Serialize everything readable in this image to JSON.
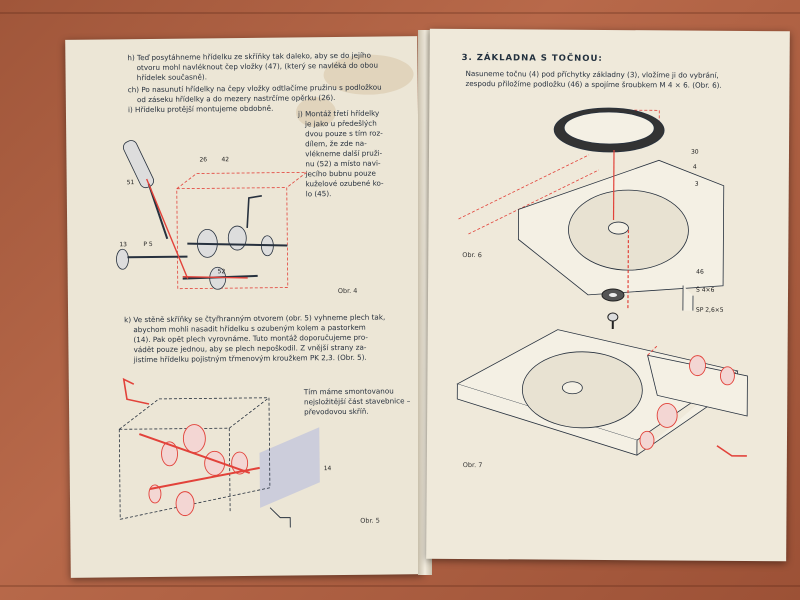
{
  "left_page": {
    "para_h": "h) Teď posytáhneme hřídelku ze skříňky tak daleko, aby se do jejího\n    otvoru mohl navléknout čep vložky (47), (který se navléká do obou\n    hřídelek současně).",
    "para_ch": "ch) Po nasunutí hřídelky na čepy vložky odtlačíme pružinu s podložkou\n    od záseku hřídelky a do mezery nastrčíme opěrku (26).",
    "para_i": "i) Hřídelku protější montujeme obdobně.",
    "para_j": "j) Montáž třetí hřídelky\n   je jako u předešlých\n   dvou pouze s tím roz-\n   dílem, že zde na-\n   vlékneme další pruži-\n   nu (52) a místo navi-\n   jecího bubnu pouze\n   kuželové ozubené ko-\n   lo (45).",
    "fig4_caption": "Obr. 4",
    "fig4_labels": {
      "l26": "26",
      "l42": "42",
      "l51": "51",
      "l13": "13",
      "lP5": "P 5",
      "l52": "52"
    },
    "para_k": "k) Ve stěně skříňky se čtyřhranným otvorem (obr. 5) vyhneme plech tak,\n    abychom mohli nasadit hřídelku s ozubeným kolem a pastorkem\n    (14). Pak opět plech vyrovnáme. Tuto montáž doporučujeme pro-\n    vádět pouze jednou, aby se plech nepoškodil. Z vnější strany za-\n    jistíme hřídelku pojistným třmenovým kroužkem PK 2,3. (Obr. 5).",
    "summary": "Tím máme smontovanou\nnejsložitější část stavebnice – převodovou skříň.",
    "fig5_caption": "Obr. 5",
    "fig5_label14": "14"
  },
  "right_page": {
    "heading": "3. ZÁKLADNA S TOČNOU:",
    "para": "Nasuneme točnu (4) pod příchytky základny (3), vložíme ji do vybrání,\nzespodu přiložíme podložku (46) a spojíme šroubkem M 4 × 6. (Obr. 6).",
    "fig6_caption": "Obr. 6",
    "fig6_labels": {
      "l30": "30",
      "l4": "4",
      "l3": "3",
      "l46": "46",
      "lS46": "Š 4×6",
      "lSP": "SP 2,6×5"
    },
    "fig7_caption": "Obr. 7"
  },
  "colors": {
    "ink": "#27313e",
    "accent": "#e2423a",
    "paper": "#ece6d6",
    "wood": "#a85a3c"
  }
}
